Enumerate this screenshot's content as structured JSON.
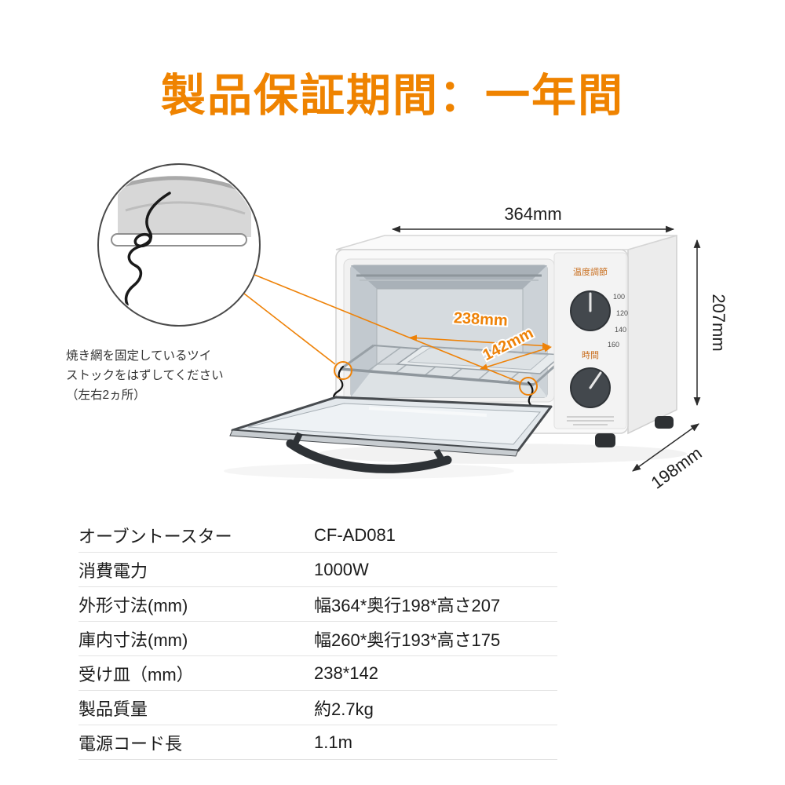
{
  "title": "製品保証期間：一年間",
  "accent_color": "#ef8300",
  "callout": {
    "note_line1": "焼き網を固定しているツイ",
    "note_line2": "ストックをはずしてください",
    "note_line3": "（左右2ヵ所）"
  },
  "dimensions": {
    "width": "364mm",
    "height": "207mm",
    "depth": "198mm",
    "tray_width": "238mm",
    "tray_depth": "142mm"
  },
  "oven": {
    "temp_knob_label": "温度調節",
    "timer_knob_label": "時間",
    "temp_ticks": [
      "100",
      "120",
      "140",
      "160"
    ]
  },
  "specs": {
    "rows": [
      {
        "label": "オーブントースター",
        "value": "CF-AD081"
      },
      {
        "label": "消費電力",
        "value": "1000W"
      },
      {
        "label": "外形寸法(mm)",
        "value": "幅364*奥行198*高さ207"
      },
      {
        "label": "庫内寸法(mm)",
        "value": "幅260*奥行193*高さ175"
      },
      {
        "label": "受け皿（mm）",
        "value": "238*142"
      },
      {
        "label": "製品質量",
        "value": "約2.7kg"
      },
      {
        "label": "電源コード長",
        "value": "1.1m"
      }
    ]
  }
}
